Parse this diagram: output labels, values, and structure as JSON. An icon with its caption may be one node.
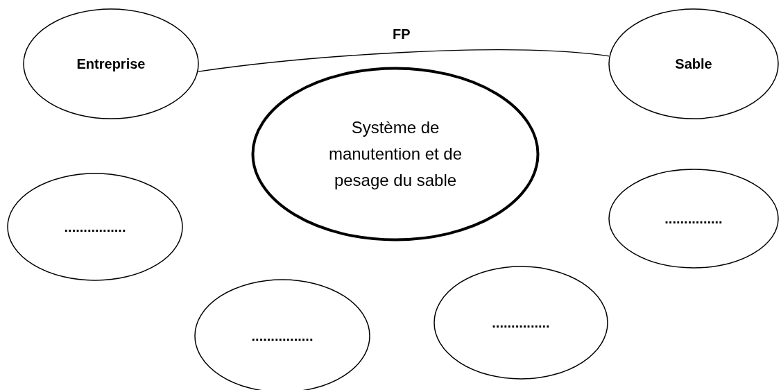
{
  "diagram": {
    "nodes": [
      {
        "text": [
          "Entreprise"
        ]
      },
      {
        "text": [
          "Sable"
        ]
      },
      {
        "text": [
          "Système de manutention et de pesage du sable"
        ]
      },
      {
        "text": [
          "................"
        ]
      },
      {
        "text": [
          "..............."
        ]
      },
      {
        "text": [
          "................"
        ]
      },
      {
        "text": [
          "..............."
        ]
      }
    ],
    "edges": [
      {
        "from": 0,
        "to": 1,
        "arrow": "none",
        "label": "FP"
      }
    ]
  }
}
